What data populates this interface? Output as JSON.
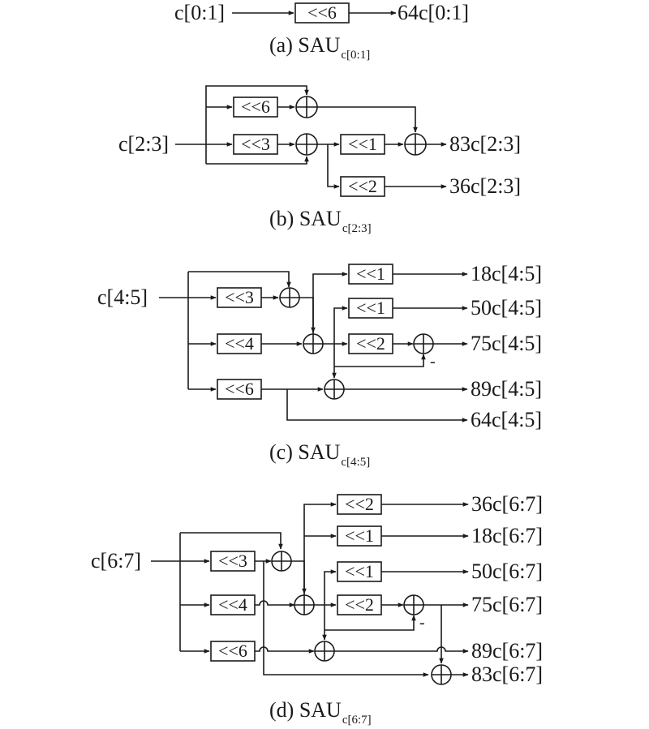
{
  "a": {
    "input": "c[0:1]",
    "shift": "<<6",
    "outputs": [
      "64c[0:1]"
    ],
    "caption": "(a) SAU",
    "caption_sub": "c[0:1]"
  },
  "b": {
    "input": "c[2:3]",
    "shifts": [
      "<<6",
      "<<3",
      "<<1",
      "<<2"
    ],
    "outputs": [
      "83c[2:3]",
      "36c[2:3]"
    ],
    "caption": "(b) SAU",
    "caption_sub": "c[2:3]"
  },
  "c": {
    "input": "c[4:5]",
    "shifts": [
      "<<3",
      "<<4",
      "<<6",
      "<<1",
      "<<1",
      "<<2"
    ],
    "outputs": [
      "18c[4:5]",
      "50c[4:5]",
      "75c[4:5]",
      "89c[4:5]",
      "64c[4:5]"
    ],
    "minus": "-",
    "caption": "(c) SAU",
    "caption_sub": "c[4:5]"
  },
  "d": {
    "input": "c[6:7]",
    "shifts": [
      "<<3",
      "<<4",
      "<<6",
      "<<2",
      "<<1",
      "<<1",
      "<<2"
    ],
    "outputs": [
      "36c[6:7]",
      "18c[6:7]",
      "50c[6:7]",
      "75c[6:7]",
      "89c[6:7]",
      "83c[6:7]"
    ],
    "minus": "-",
    "caption": "(d) SAU",
    "caption_sub": "c[6:7]"
  }
}
